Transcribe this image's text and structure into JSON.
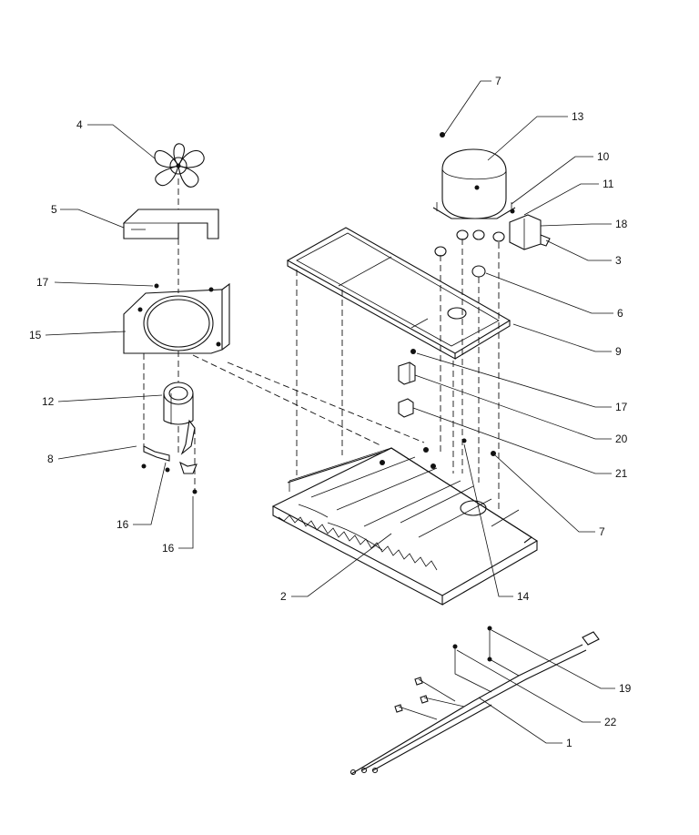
{
  "labels": {
    "l1": "1",
    "l2": "2",
    "l3": "3",
    "l4": "4",
    "l5": "5",
    "l6": "6",
    "l7a": "7",
    "l7b": "7",
    "l8": "8",
    "l9": "9",
    "l10": "10",
    "l11": "11",
    "l12": "12",
    "l13": "13",
    "l14": "14",
    "l15": "15",
    "l16a": "16",
    "l16b": "16",
    "l17a": "17",
    "l17b": "17",
    "l18": "18",
    "l19": "19",
    "l20": "20",
    "l21": "21",
    "l22": "22"
  }
}
